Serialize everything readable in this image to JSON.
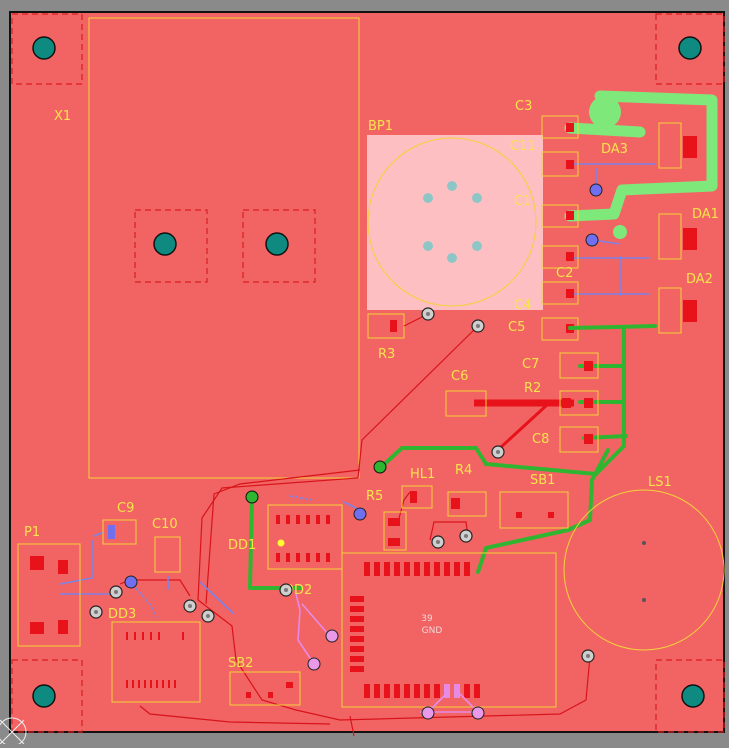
{
  "board": {
    "labels": {
      "x1": "X1",
      "bp1": "BP1",
      "c3": "C3",
      "c11": "C11",
      "da3": "DA3",
      "c1": "C1",
      "da1": "DA1",
      "c2": "C2",
      "da2": "DA2",
      "c4": "C4",
      "c5": "C5",
      "r3": "R3",
      "c6": "C6",
      "c7": "C7",
      "r2": "R2",
      "c8": "C8",
      "r4": "R4",
      "hl1": "HL1",
      "r5": "R5",
      "sb1": "SB1",
      "ls1": "LS1",
      "c9": "C9",
      "c10": "C10",
      "p1": "P1",
      "dd1": "DD1",
      "dd2": "DD2",
      "dd3": "DD3",
      "sb2": "SB2",
      "net_num": "39",
      "net_name": "GND"
    },
    "colors": {
      "background": "#8a8a8a",
      "copper_pour": "#f26464",
      "silkscreen": "#f2d23a",
      "pad": "#e8121a",
      "bottom_trace": "#7c82e6",
      "power_trace": "#2fb52f",
      "wide_trace": "#7fe87a",
      "mount_hole": "#0f8a80"
    }
  }
}
